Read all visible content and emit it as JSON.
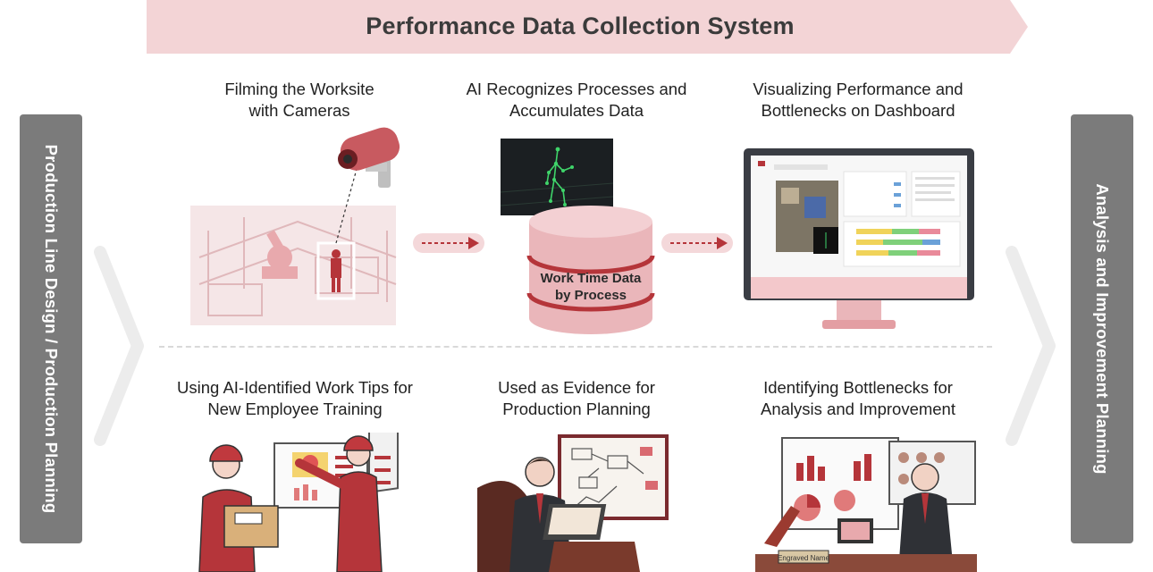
{
  "banner": {
    "title": "Performance Data Collection System"
  },
  "sidebar_left": {
    "label": "Production Line Design / Production Planning"
  },
  "sidebar_right": {
    "label": "Analysis and Improvement Planning"
  },
  "steps_top": [
    {
      "line1": "Filming the Worksite",
      "line2": "with Cameras"
    },
    {
      "line1": "AI Recognizes Processes and",
      "line2": "Accumulates Data"
    },
    {
      "line1": "Visualizing Performance and",
      "line2": "Bottlenecks on Dashboard"
    }
  ],
  "database": {
    "line1": "Work Time Data",
    "line2": "by Process"
  },
  "uses_bottom": [
    {
      "line1": "Using AI-Identified Work Tips for",
      "line2": "New Employee Training"
    },
    {
      "line1": "Used as Evidence for",
      "line2": "Production Planning"
    },
    {
      "line1": "Identifying Bottlenecks for",
      "line2": "Analysis and Improvement"
    }
  ],
  "nameplate": {
    "text": "Engraved Name"
  },
  "colors": {
    "accent": "#b5353a",
    "pink_light": "#f4d8da",
    "banner": "#f0c9cc",
    "sidebar": "#7b7b7b"
  }
}
